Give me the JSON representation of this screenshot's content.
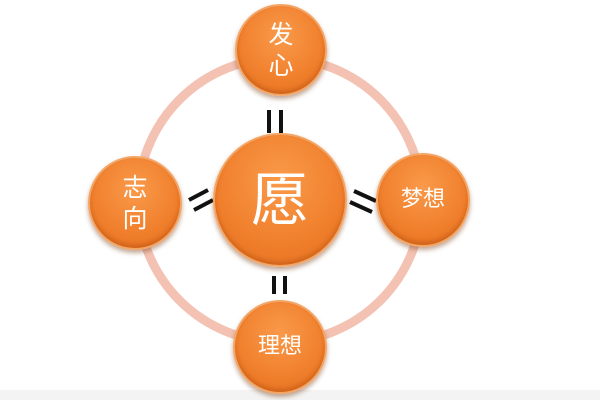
{
  "center": {
    "label": "愿"
  },
  "nodes": {
    "top": "发心",
    "left": "志向",
    "right": "梦想",
    "bottom": "理想"
  },
  "colors": {
    "node": "#f07f2c",
    "ring": "#f3c2b3",
    "connector": "#111111"
  }
}
